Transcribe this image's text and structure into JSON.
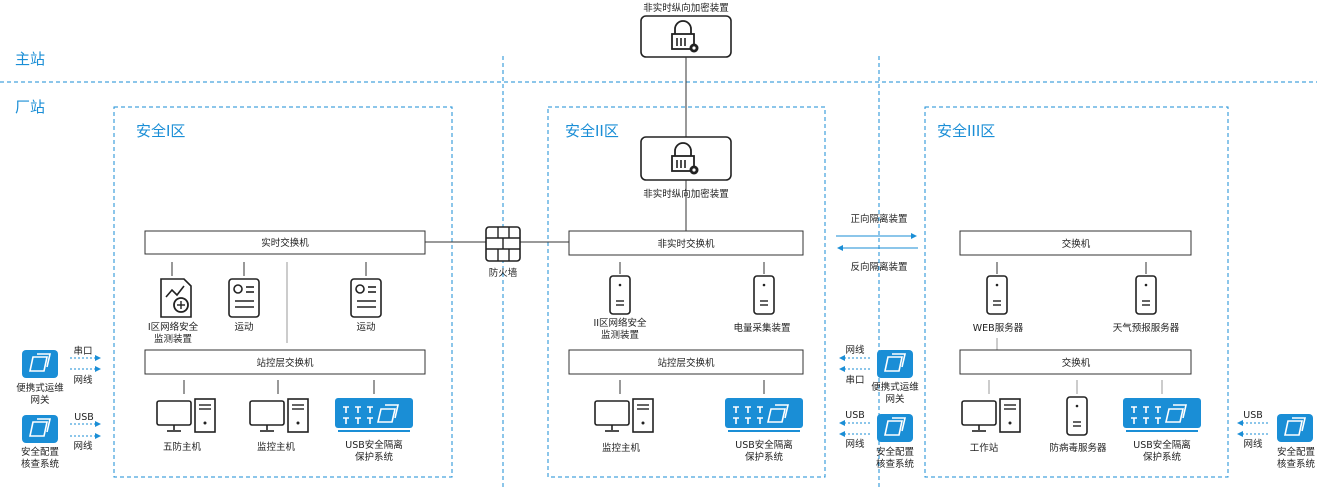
{
  "regions": {
    "master": "主站",
    "plant": "厂站"
  },
  "zones": {
    "z1": "安全I区",
    "z2": "安全II区",
    "z3": "安全III区"
  },
  "top_device": "非实时纵向加密装置",
  "z2_encrypt": "非实时纵向加密装置",
  "firewall": "防火墙",
  "z1": {
    "rt_switch": "实时交换机",
    "monitor_device_l1": "I区网络安全",
    "monitor_device_l2": "监测装置",
    "ops1": "运动",
    "ops2": "运动",
    "station_switch": "站控层交换机",
    "five_def": "五防主机",
    "monitor_host": "监控主机",
    "usb_l1": "USB安全隔离",
    "usb_l2": "保护系统"
  },
  "z2": {
    "nrt_switch": "非实时交换机",
    "monitor_device_l1": "II区网络安全",
    "monitor_device_l2": "监测装置",
    "meter": "电量采集装置",
    "station_switch": "站控层交换机",
    "monitor_host": "监控主机",
    "usb_l1": "USB安全隔离",
    "usb_l2": "保护系统"
  },
  "isolation": {
    "forward": "正向隔离装置",
    "reverse": "反向隔离装置"
  },
  "z3": {
    "switch1": "交换机",
    "web": "WEB服务器",
    "weather": "天气预报服务器",
    "switch2": "交换机",
    "workstation": "工作站",
    "antivirus": "防病毒服务器",
    "usb_l1": "USB安全隔离",
    "usb_l2": "保护系统"
  },
  "left_gw": {
    "l1": "便携式运维",
    "l2": "网关",
    "serial": "串口",
    "net": "网线"
  },
  "left_cfg": {
    "l1": "安全配置",
    "l2": "核查系统",
    "usb": "USB",
    "net": "网线"
  },
  "mid_gw": {
    "l1": "便携式运维",
    "l2": "网关",
    "net": "网线",
    "serial": "串口"
  },
  "mid_cfg": {
    "l1": "安全配置",
    "l2": "核查系统",
    "usb": "USB",
    "net": "网线"
  },
  "right_cfg": {
    "l1": "安全配置",
    "l2": "核查系统",
    "usb": "USB",
    "net": "网线"
  },
  "colors": {
    "accent": "#1a8ed6",
    "line": "#333333"
  }
}
